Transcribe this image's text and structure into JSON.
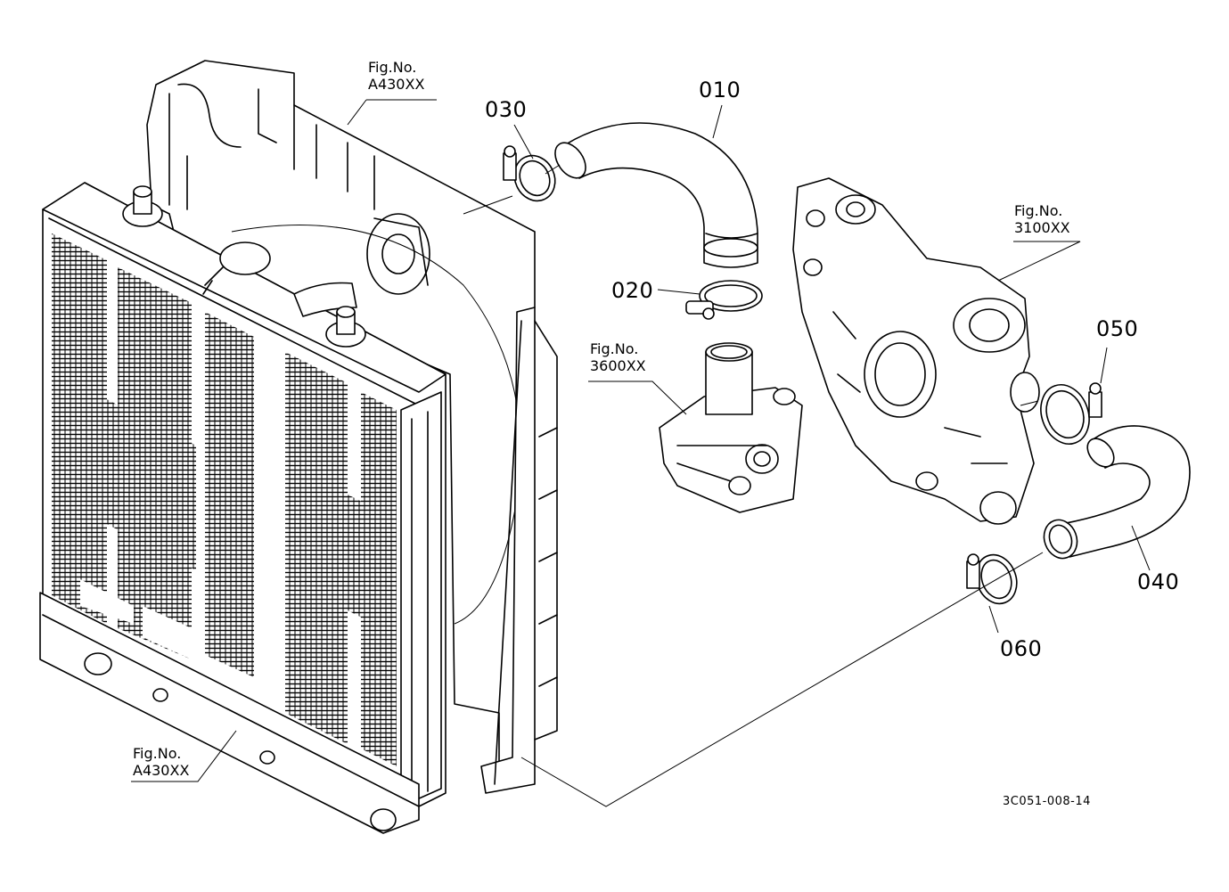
{
  "part_labels": {
    "p010": "010",
    "p020": "020",
    "p030": "030",
    "p040": "040",
    "p050": "050",
    "p060": "060"
  },
  "figure_refs": {
    "radiator_top": {
      "line1": "Fig.No.",
      "line2": "A430XX"
    },
    "thermostat": {
      "line1": "Fig.No.",
      "line2": "3600XX"
    },
    "water_pump": {
      "line1": "Fig.No.",
      "line2": "3100XX"
    },
    "radiator_bottom": {
      "line1": "Fig.No.",
      "line2": "A430XX"
    }
  },
  "document_id": "3C051-008-14"
}
